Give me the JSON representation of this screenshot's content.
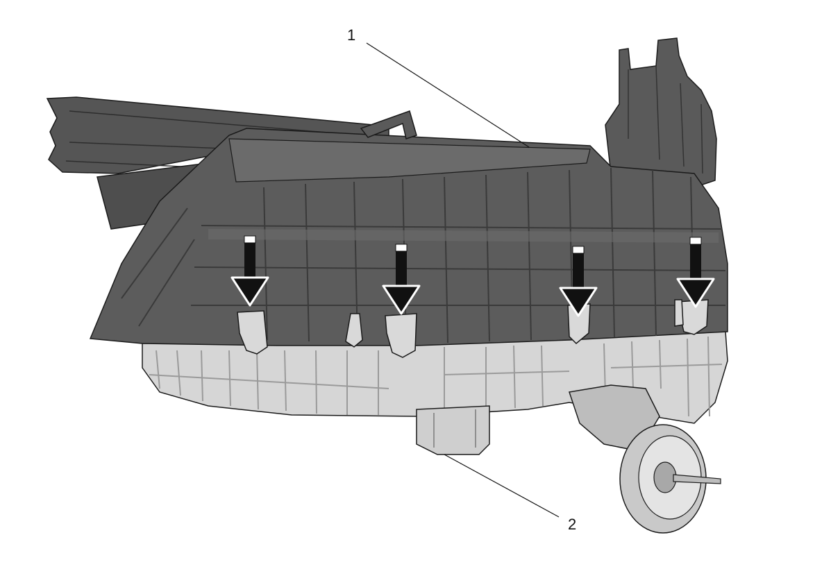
{
  "callouts": [
    {
      "id": "1",
      "label": "1"
    },
    {
      "id": "2",
      "label": "2"
    }
  ],
  "colors": {
    "upper_housing": "#5c5c5c",
    "upper_housing_dark": "#3f3f3f",
    "upper_housing_light": "#777777",
    "lower_housing": "#d6d6d6",
    "lower_housing_shadow": "#a9a9a9",
    "outline": "#1a1a1a",
    "arrow": "#111111",
    "background": "#ffffff"
  },
  "arrows": [
    {
      "name": "clip-arrow-1",
      "direction": "down"
    },
    {
      "name": "clip-arrow-2",
      "direction": "down"
    },
    {
      "name": "clip-arrow-3",
      "direction": "down"
    },
    {
      "name": "clip-arrow-4",
      "direction": "down"
    }
  ]
}
